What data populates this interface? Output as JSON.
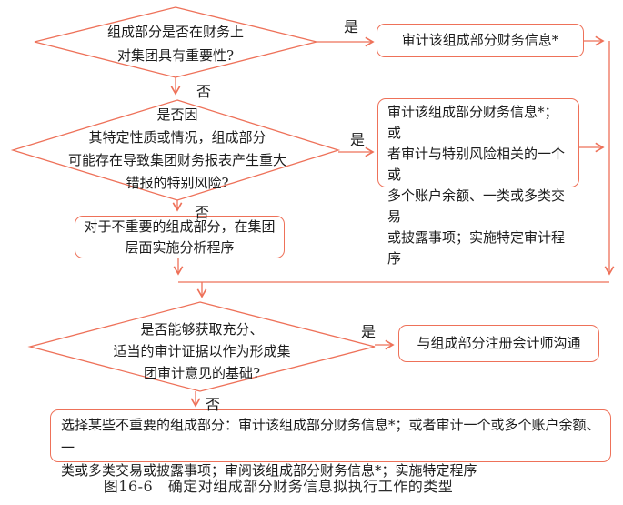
{
  "figure": {
    "caption": "图16-6　确定对组成部分财务信息拟执行工作的类型"
  },
  "colors": {
    "line": "#EE7159",
    "text": "#1C1C1C",
    "caption": "#2B2B2B"
  },
  "labels": {
    "yes": "是",
    "no": "否"
  },
  "nodes": {
    "decision_significant": "组成部分是否在财务上\n对集团具有重要性?",
    "box_audit_component": "审计该组成部分财务信息*",
    "decision_special_risk": "是否因\n其特定性质或情况，组成部分\n可能存在导致集团财务报表产生重大\n错报的特别风险?",
    "box_audit_or_special": "审计该组成部分财务信息*；或\n者审计与特别风险相关的一个或\n多个账户余额、一类或多类交易\n或披露事项；实施特定审计程序",
    "box_analytical": "对于不重要的组成部分，在集团\n层面实施分析程序",
    "decision_sufficient_evidence": "是否能够获取充分、\n适当的审计证据以作为形成集\n团审计意见的基础?",
    "box_communicate": "与组成部分注册会计师沟通",
    "box_select_components": "选择某些不重要的组成部分：审计该组成部分财务信息*；或者审计一个或多个账户余额、一\n类或多类交易或披露事项；审阅该组成部分财务信息*；实施特定程序"
  }
}
